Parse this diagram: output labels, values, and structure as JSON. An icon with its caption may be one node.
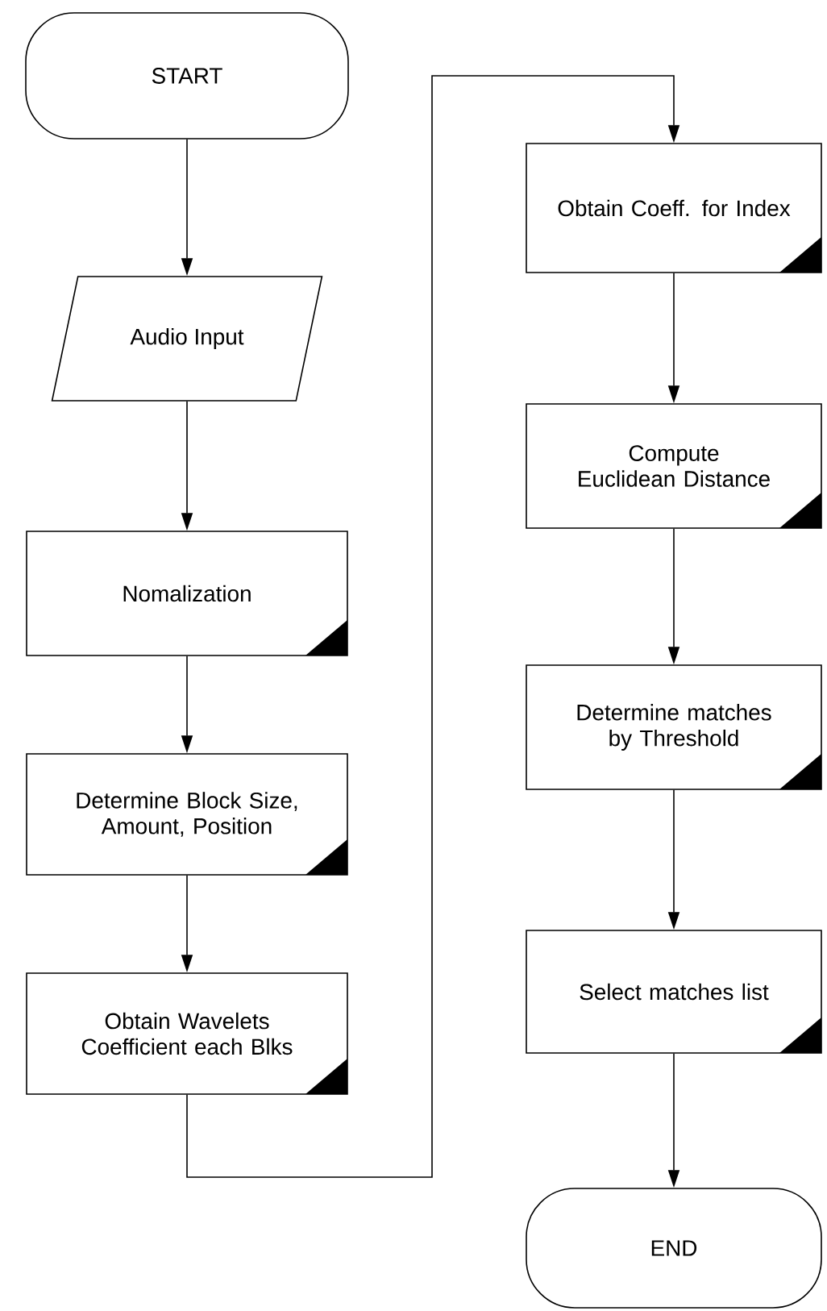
{
  "diagram": {
    "nodes": [
      {
        "text": [
          "START"
        ]
      },
      {
        "text": [
          "Audio Input"
        ]
      },
      {
        "text": [
          "Nomalization"
        ]
      },
      {
        "text": [
          "Determine Block Size, Amount, Position"
        ]
      },
      {
        "text": [
          "Obtain Wavelets Coefficient each Blks"
        ]
      },
      {
        "text": [
          "Obtain Coeff. for Index"
        ]
      },
      {
        "text": [
          "Compute Euclidean Distance"
        ]
      },
      {
        "text": [
          "Determine matches by Threshold"
        ]
      },
      {
        "text": [
          "Select  matches list"
        ]
      },
      {
        "text": [
          "END"
        ]
      }
    ],
    "edges": [
      {
        "from": 0,
        "to": 1,
        "arrow": "to"
      },
      {
        "from": 1,
        "to": 2,
        "arrow": "to"
      },
      {
        "from": 2,
        "to": 3,
        "arrow": "to"
      },
      {
        "from": 3,
        "to": 4,
        "arrow": "to"
      },
      {
        "from": 4,
        "to": 5,
        "arrow": "to"
      },
      {
        "from": 5,
        "to": 6,
        "arrow": "to"
      },
      {
        "from": 6,
        "to": 7,
        "arrow": "to"
      },
      {
        "from": 7,
        "to": 8,
        "arrow": "to"
      },
      {
        "from": 8,
        "to": 9,
        "arrow": "to"
      }
    ]
  }
}
